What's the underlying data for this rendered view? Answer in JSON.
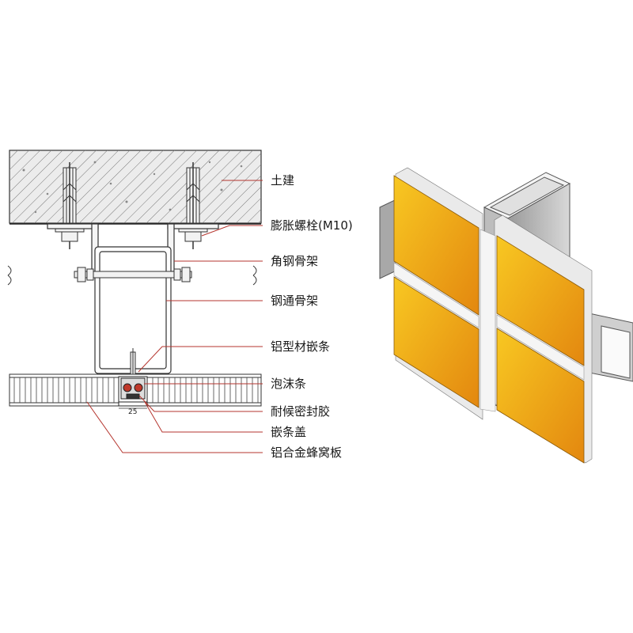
{
  "labels": {
    "civil": "土建",
    "bolt": "膨胀螺栓(M10)",
    "angle_steel": "角钢骨架",
    "steel_tube": "钢通骨架",
    "al_strip": "铝型材嵌条",
    "foam": "泡沫条",
    "sealant": "耐候密封胶",
    "cover": "嵌条盖",
    "honeycomb": "铝合金蜂窝板"
  },
  "dimension": "25",
  "colors": {
    "panel_light": "#f7c21f",
    "panel_dark": "#e08a12",
    "leader": "#b5362f",
    "line": "#333333"
  }
}
